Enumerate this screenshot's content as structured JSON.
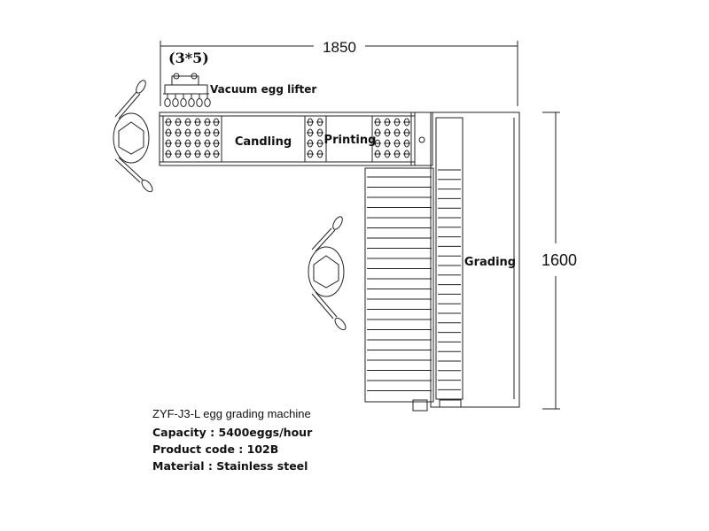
{
  "dimensions": {
    "width_label": "1850",
    "height_label": "1600"
  },
  "lifter": {
    "config_label": "(3*5)",
    "name": "Vacuum egg lifter"
  },
  "stations": {
    "candling": "Candling",
    "printing": "Printing",
    "grading": "Grading"
  },
  "specs": {
    "model": "ZYF-J3-L egg grading machine",
    "capacity": "Capacity : 5400eggs/hour",
    "product_code": "Product code : 102B",
    "material": "Material : Stainless steel"
  }
}
